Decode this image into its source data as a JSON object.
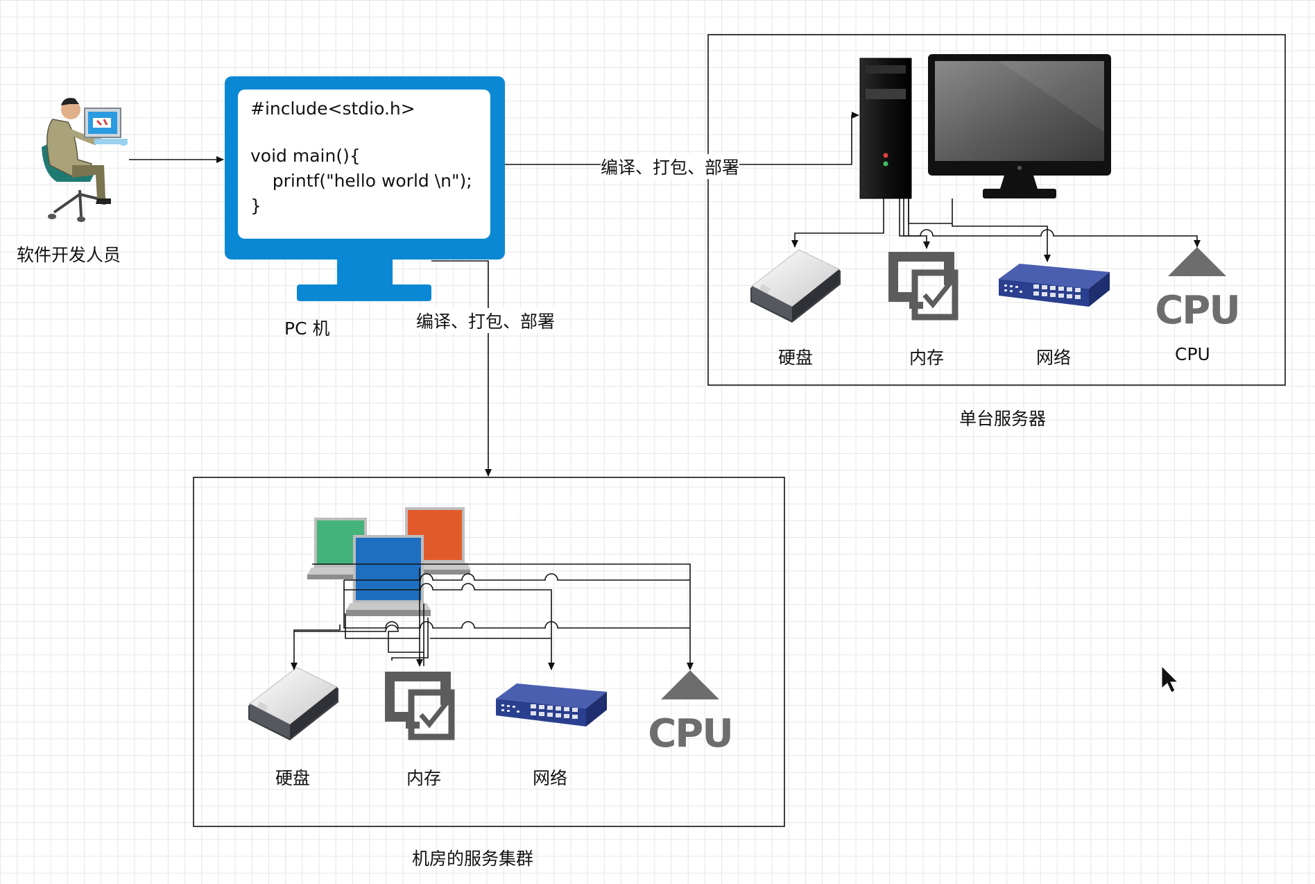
{
  "developer": {
    "label": "软件开发人员",
    "icon": "developer-at-computer-icon"
  },
  "pc": {
    "label": "PC 机",
    "code_lines": [
      "#include<stdio.h>",
      "void main(){",
      "    printf(\"hello world \\n\");",
      "}"
    ],
    "accent": "#0b88d3"
  },
  "edges": {
    "to_single": "编译、打包、部署",
    "to_cluster": "编译、打包、部署"
  },
  "single_server": {
    "caption": "单台服务器",
    "components": [
      {
        "label": "硬盘",
        "icon": "hard-disk-icon"
      },
      {
        "label": "内存",
        "icon": "memory-icon"
      },
      {
        "label": "网络",
        "icon": "network-switch-icon"
      },
      {
        "label": "CPU",
        "icon": "cpu-icon"
      }
    ]
  },
  "cluster": {
    "caption": "机房的服务集群",
    "components": [
      {
        "label": "硬盘",
        "icon": "hard-disk-icon"
      },
      {
        "label": "内存",
        "icon": "memory-icon"
      },
      {
        "label": "网络",
        "icon": "network-switch-icon"
      },
      {
        "label": "",
        "icon": "cpu-icon"
      }
    ],
    "server_colors": [
      "#43b37a",
      "#e35a2a",
      "#1e6fc0"
    ]
  },
  "colors": {
    "line": "#111111",
    "icon_gray": "#6d6d6d",
    "switch_blue": "#2a3f8e"
  }
}
